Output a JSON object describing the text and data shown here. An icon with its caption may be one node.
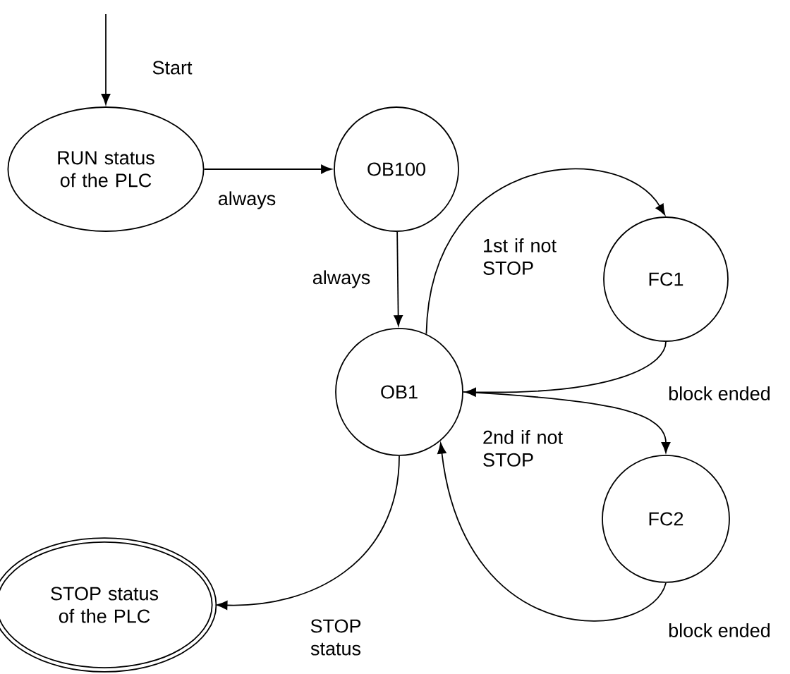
{
  "diagram": {
    "nodes": [
      {
        "text": [
          "RUN status of the PLC"
        ]
      },
      {
        "text": [
          "OB100"
        ]
      },
      {
        "text": [
          "OB1"
        ]
      },
      {
        "text": [
          "FC1"
        ]
      },
      {
        "text": [
          "FC2"
        ]
      },
      {
        "text": [
          "STOP status of the PLC"
        ]
      }
    ],
    "edges": [
      {
        "from": null,
        "to": 0,
        "arrow": "to",
        "label": "Start"
      },
      {
        "from": 0,
        "to": 1,
        "arrow": "to",
        "label": "always"
      },
      {
        "from": 1,
        "to": 2,
        "arrow": "to",
        "label": "always"
      },
      {
        "from": 2,
        "to": 3,
        "arrow": "to",
        "label": "1st if not STOP"
      },
      {
        "from": 3,
        "to": 2,
        "arrow": "to",
        "label": "block ended"
      },
      {
        "from": 2,
        "to": 4,
        "arrow": "to",
        "label": "2nd if not STOP"
      },
      {
        "from": 4,
        "to": 2,
        "arrow": "to",
        "label": "block ended"
      },
      {
        "from": 2,
        "to": 5,
        "arrow": "to",
        "label": "STOP status"
      }
    ]
  }
}
